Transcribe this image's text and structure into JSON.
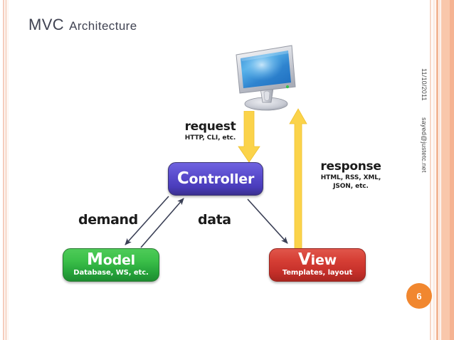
{
  "slide": {
    "title_main": "MVC",
    "title_rest": "Architecture",
    "page_number": "6",
    "background_color": "#ffffff",
    "accent_color": "#f1872f",
    "stripe_color": "#f9c7ab"
  },
  "side_notes": {
    "date": "11/10/2011",
    "email": "sayed@justetc.net"
  },
  "diagram": {
    "client_icon": "lcd-monitor-icon",
    "flows": [
      {
        "name": "request",
        "head": "request",
        "sub": "HTTP, CLI, etc.",
        "arrow": "yellow-down-arrow",
        "from": "client",
        "to": "controller"
      },
      {
        "name": "response",
        "head": "response",
        "sub": "HTML, RSS, XML,\nJSON, etc.",
        "sub_line1": "HTML, RSS, XML,",
        "sub_line2": "JSON, etc.",
        "arrow": "yellow-up-arrow",
        "from": "view",
        "to": "client"
      }
    ],
    "edges": [
      {
        "name": "demand",
        "label": "demand",
        "from": "controller",
        "to": "model"
      },
      {
        "name": "data",
        "label": "data",
        "from": "model",
        "to": "controller"
      },
      {
        "name": "render",
        "label": "",
        "from": "controller",
        "to": "view"
      }
    ],
    "boxes": [
      {
        "name": "controller",
        "initial": "C",
        "rest": "ontroller",
        "sub": "",
        "color": "#4a3cbb"
      },
      {
        "name": "model",
        "initial": "M",
        "rest": "odel",
        "sub": "Database, WS, etc.",
        "color": "#27a63b"
      },
      {
        "name": "view",
        "initial": "V",
        "rest": "iew",
        "sub": "Templates, layout",
        "color": "#c6302a"
      }
    ]
  }
}
